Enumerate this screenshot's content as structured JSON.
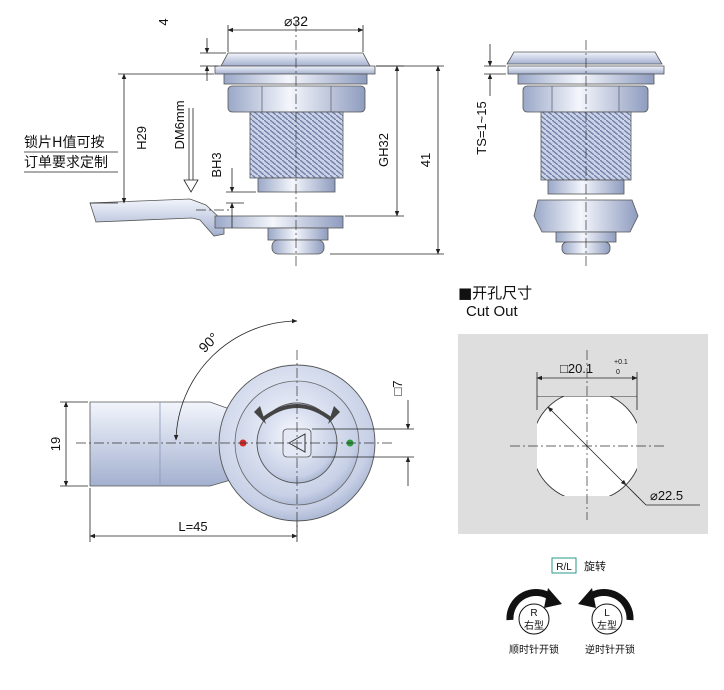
{
  "side_view": {
    "dim_top_thickness": "4",
    "dim_diameter": "⌀32",
    "dim_stem": "DM6mm",
    "dim_h29": "H29",
    "dim_bh3": "BH3",
    "dim_gh32": "GH32",
    "dim_41": "41",
    "note_line1": "锁片H值可按",
    "note_line2": "订单要求定制"
  },
  "right_view": {
    "dim_ts": "TS=1~15"
  },
  "front_view": {
    "dim_angle": "90°",
    "dim_height": "19",
    "dim_length": "L=45",
    "dim_square": "□7",
    "colors": {
      "red_dot": "#d42a2a",
      "green_dot": "#2a9a3a",
      "metal_light": "#eef2fb",
      "metal_dark": "#9aa8c8"
    }
  },
  "cutout": {
    "title_cn": "■开孔尺寸",
    "title_en": "Cut Out",
    "dim_square": "□20.1",
    "tol_plus": "+0.1",
    "tol_minus": "0",
    "dim_circle": "⌀22.5"
  },
  "rotation": {
    "badge": "R/L",
    "badge_label": "旋转",
    "right_letter": "R",
    "right_type": "右型",
    "right_caption": "顺时针开锁",
    "left_letter": "L",
    "left_type": "左型",
    "left_caption": "逆时针开锁"
  }
}
